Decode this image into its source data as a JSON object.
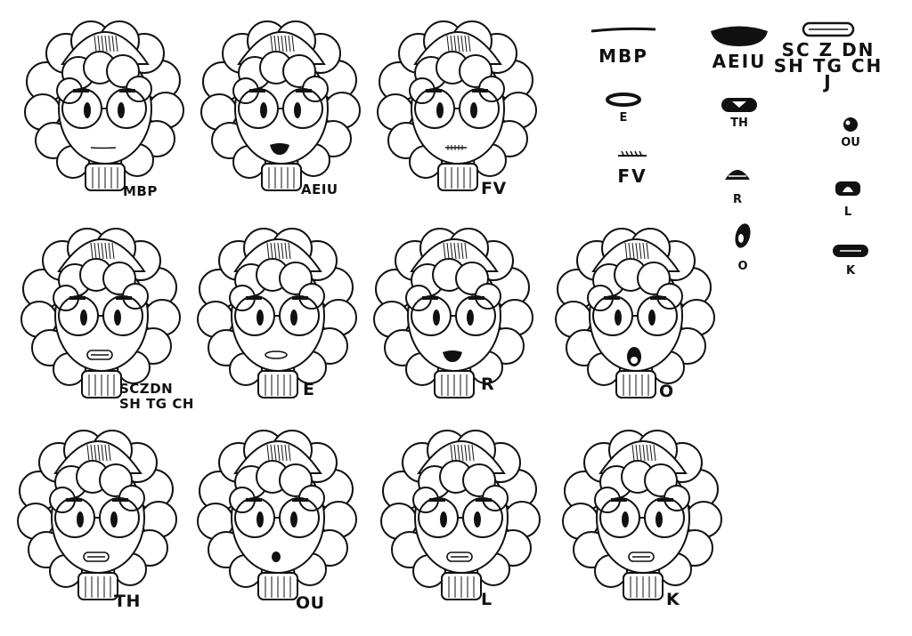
{
  "faces": [
    {
      "label": "MBP",
      "mouth": "line"
    },
    {
      "label": "AEIU",
      "mouth": "open"
    },
    {
      "label": "FV",
      "mouth": "teeth"
    },
    {
      "label": [
        "SCZDN",
        "SH TG CH"
      ],
      "mouth": "wide"
    },
    {
      "label": "E",
      "mouth": "oval"
    },
    {
      "label": "R",
      "mouth": "open"
    },
    {
      "label": "O",
      "mouth": "o"
    },
    {
      "label": "TH",
      "mouth": "wide"
    },
    {
      "label": "OU",
      "mouth": "small"
    },
    {
      "label": "L",
      "mouth": "wide"
    },
    {
      "label": "K",
      "mouth": "wide"
    }
  ],
  "mouth_chart": [
    {
      "label": [
        "MBP"
      ],
      "shape": "line"
    },
    {
      "label": [
        "AEIU"
      ],
      "shape": "open"
    },
    {
      "label": [
        "SC Z DN",
        "SH TG CH",
        "J"
      ],
      "shape": "wide"
    },
    {
      "label": [
        "E"
      ],
      "shape": "oval"
    },
    {
      "label": [
        "TH"
      ],
      "shape": "teeth"
    },
    {
      "label": [
        "OU"
      ],
      "shape": "round"
    },
    {
      "label": [
        "FV"
      ],
      "shape": "fv"
    },
    {
      "label": [
        "R"
      ],
      "shape": "dome"
    },
    {
      "label": [
        "L"
      ],
      "shape": "tongue"
    },
    {
      "label": [
        "O"
      ],
      "shape": "o"
    },
    {
      "label": [
        "K"
      ],
      "shape": "k"
    }
  ],
  "style": {
    "ink": "#111111",
    "paper": "#ffffff"
  }
}
